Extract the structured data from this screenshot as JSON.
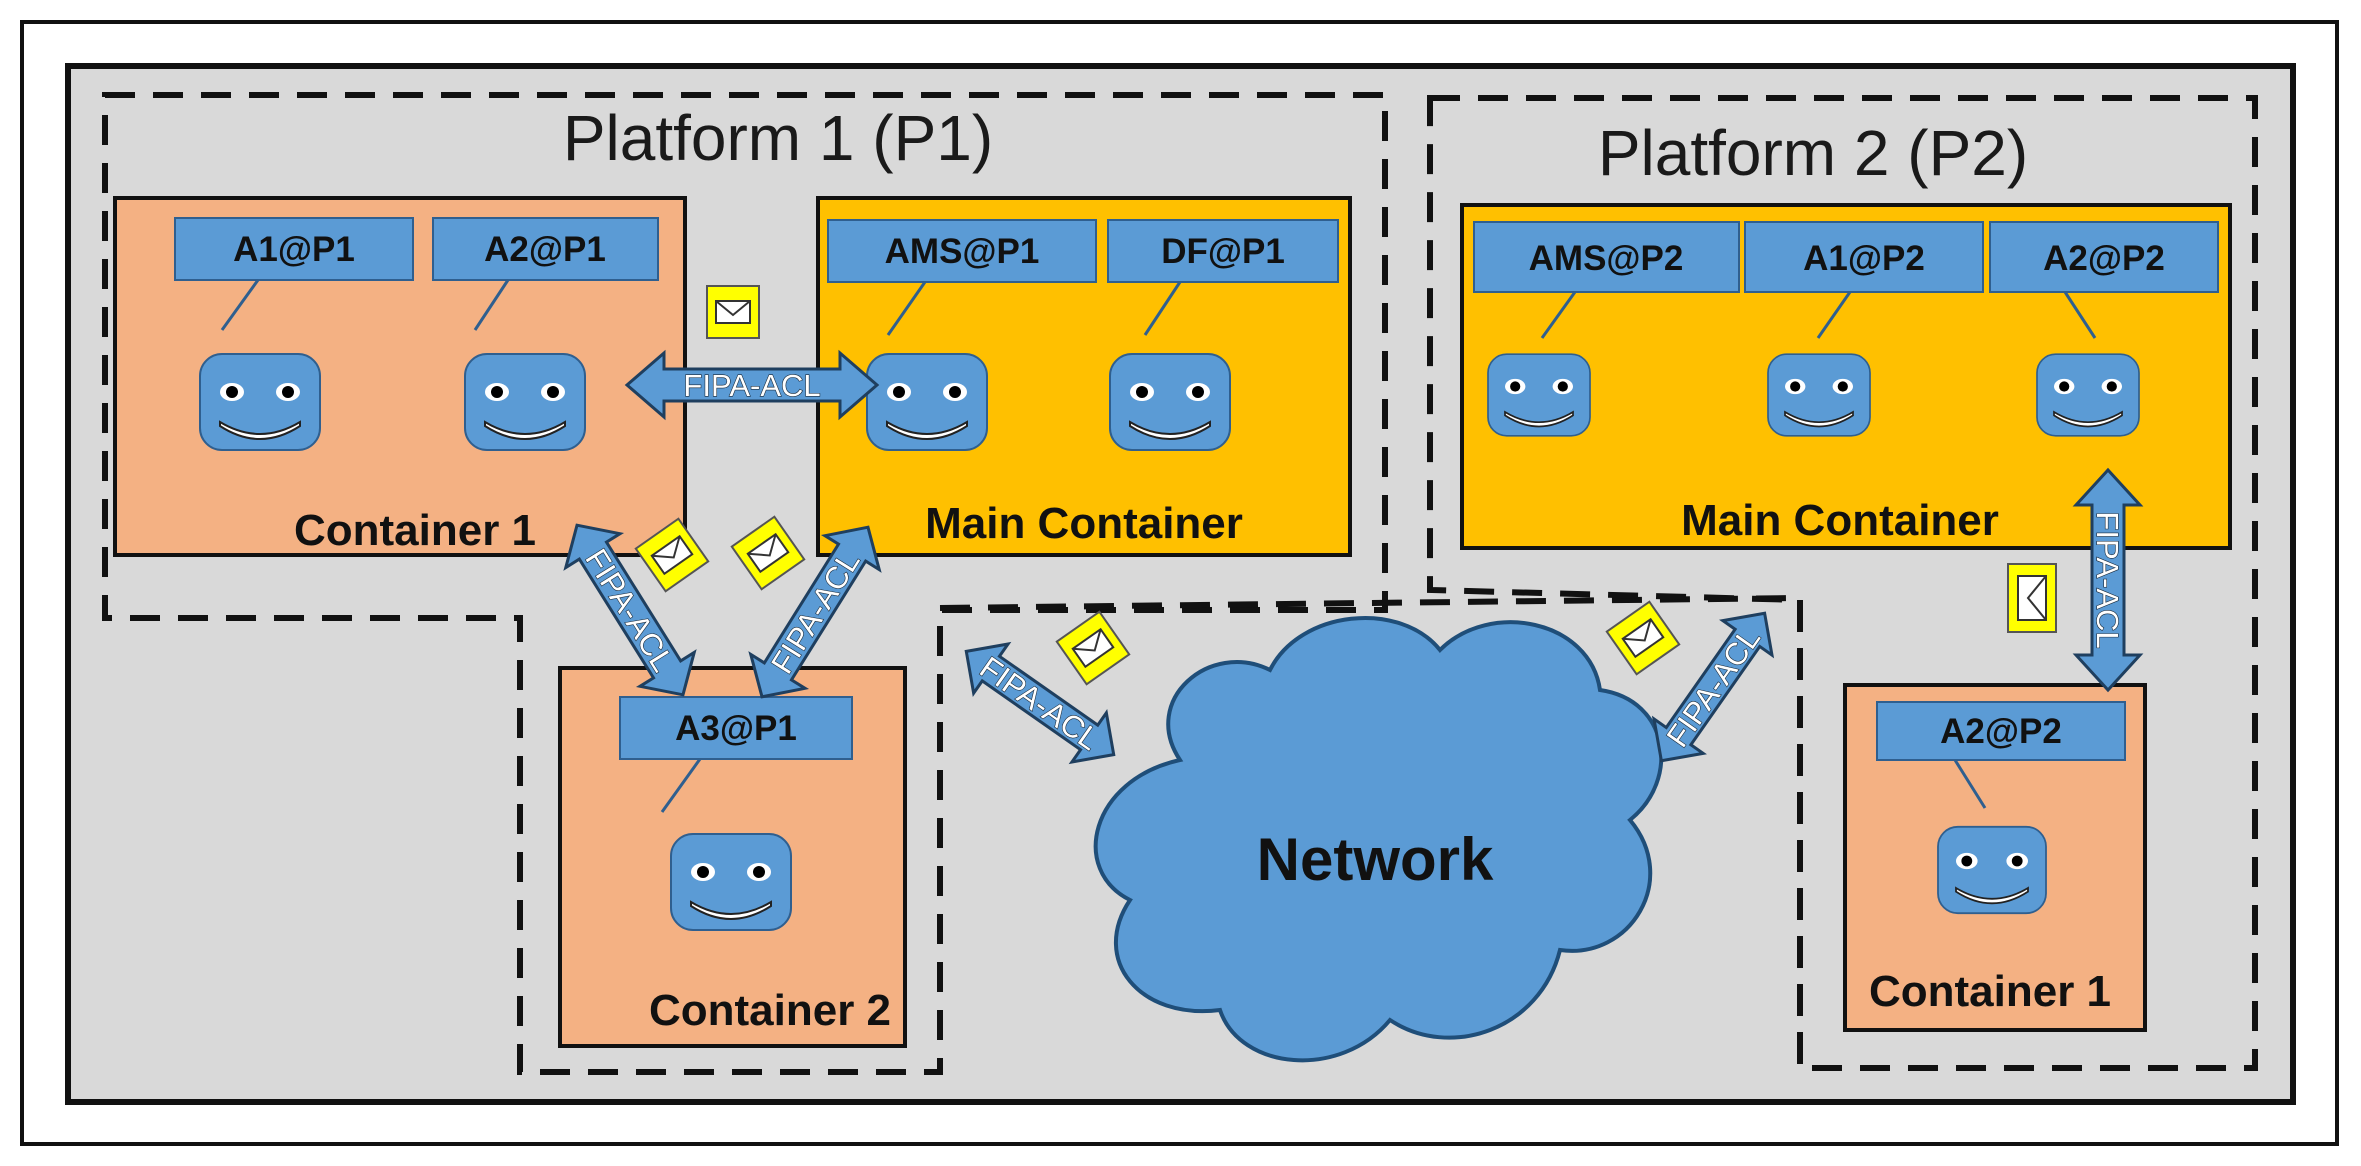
{
  "platforms": [
    {
      "title": "Platform 1 (P1)"
    },
    {
      "title": "Platform 2 (P2)"
    }
  ],
  "containers": {
    "p1_container1": {
      "label": "Container 1",
      "agents": [
        "A1@P1",
        "A2@P1"
      ]
    },
    "p1_main": {
      "label": "Main Container",
      "agents": [
        "AMS@P1",
        "DF@P1"
      ]
    },
    "p1_container2": {
      "label": "Container 2",
      "agents": [
        "A3@P1"
      ]
    },
    "p2_main": {
      "label": "Main Container",
      "agents": [
        "AMS@P2",
        "A1@P2",
        "A2@P2"
      ]
    },
    "p2_container1": {
      "label": "Container 1",
      "agents": [
        "A2@P2"
      ]
    }
  },
  "network": {
    "label": "Network"
  },
  "protocol_label": "FIPA-ACL",
  "colors": {
    "background": "#d9d9d9",
    "container": "#f4b183",
    "main_container": "#ffc000",
    "agent": "#5b9bd5",
    "envelope": "#ffff00",
    "network": "#5b9bd5"
  }
}
